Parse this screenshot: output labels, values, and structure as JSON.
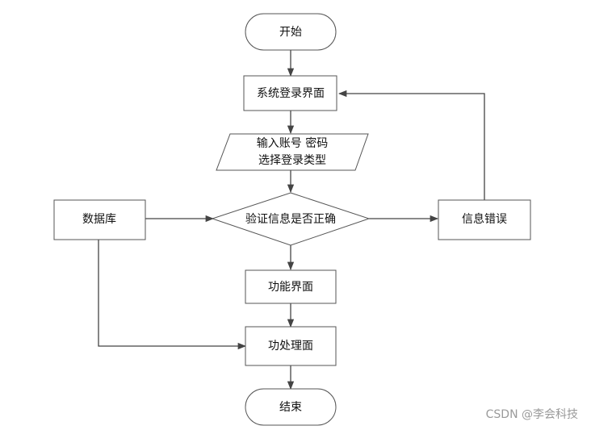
{
  "nodes": {
    "start": "开始",
    "login_screen": "系统登录界面",
    "input_line1": "输入账号 密码",
    "input_line2": "选择登录类型",
    "verify": "验证信息是否正确",
    "database": "数据库",
    "info_error": "信息错误",
    "function_screen": "功能界面",
    "function_process": "功处理面",
    "end": "结束"
  },
  "watermark": "CSDN @李会科技"
}
